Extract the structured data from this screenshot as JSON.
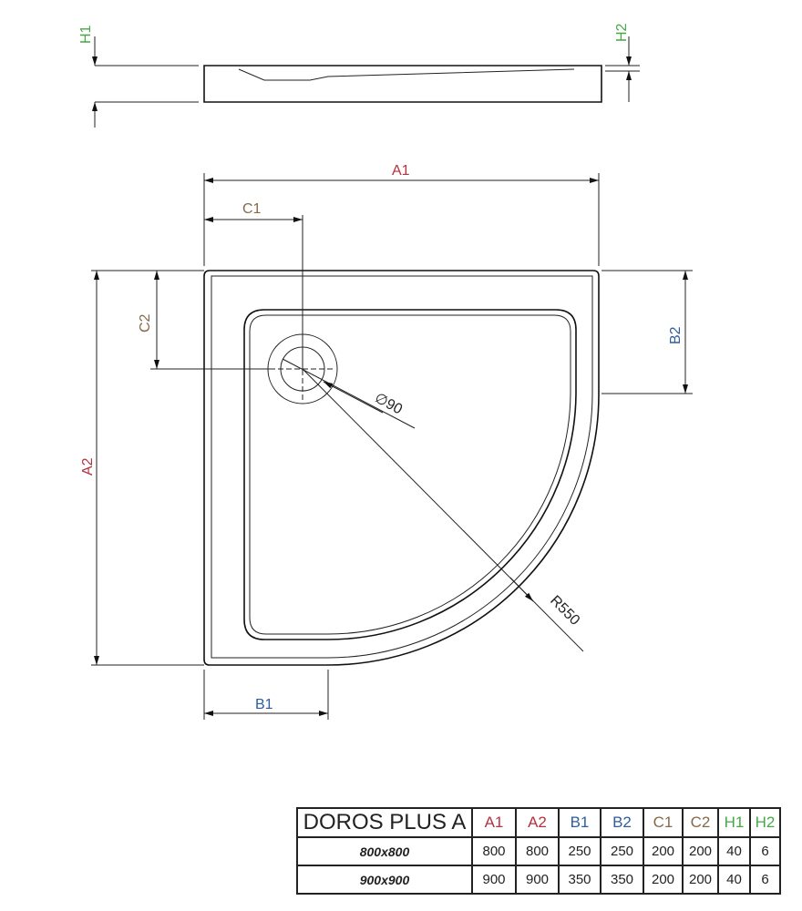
{
  "drawing": {
    "labels": {
      "A1": "A1",
      "A2": "A2",
      "B1": "B1",
      "B2": "B2",
      "C1": "C1",
      "C2": "C2",
      "H1": "H1",
      "H2": "H2",
      "diameter": "∅90",
      "radius": "R550"
    },
    "colors": {
      "A": "#b5323f",
      "B": "#2e5d9c",
      "C": "#86694a",
      "H": "#45a845"
    }
  },
  "table": {
    "title": "DOROS PLUS A",
    "headers": [
      "A1",
      "A2",
      "B1",
      "B2",
      "C1",
      "C2",
      "H1",
      "H2"
    ],
    "rows": [
      {
        "size": "800x800",
        "values": [
          "800",
          "800",
          "250",
          "250",
          "200",
          "200",
          "40",
          "6"
        ]
      },
      {
        "size": "900x900",
        "values": [
          "900",
          "900",
          "350",
          "350",
          "200",
          "200",
          "40",
          "6"
        ]
      }
    ]
  }
}
